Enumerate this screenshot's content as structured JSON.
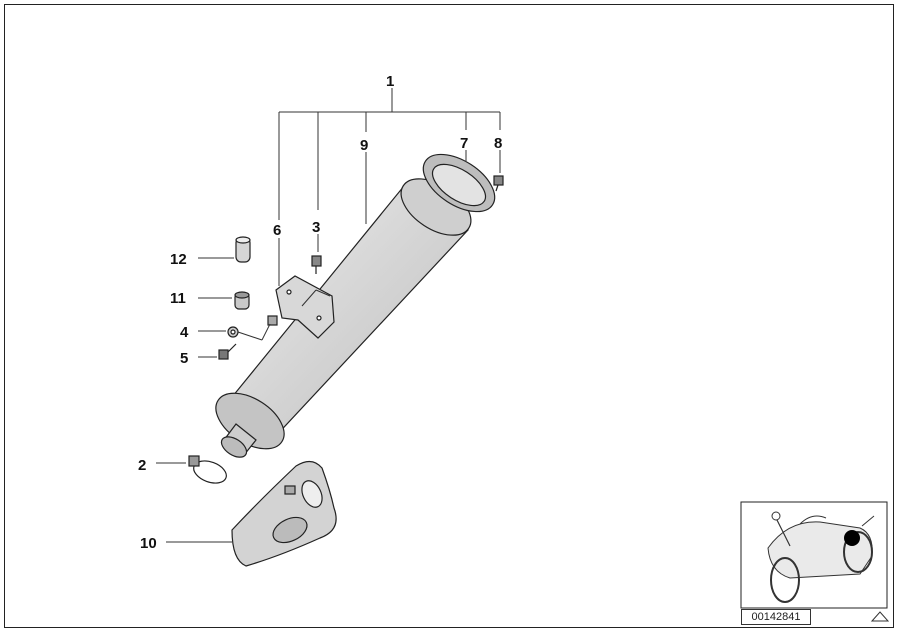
{
  "callouts": {
    "p1": "1",
    "p2": "2",
    "p3": "3",
    "p4": "4",
    "p5": "5",
    "p6": "6",
    "p7": "7",
    "p8": "8",
    "p9": "9",
    "p10": "10",
    "p11": "11",
    "p12": "12"
  },
  "document_number": "00142841",
  "colors": {
    "part_fill": "#d9d9d9",
    "line": "#333333",
    "marker": "#000000"
  }
}
